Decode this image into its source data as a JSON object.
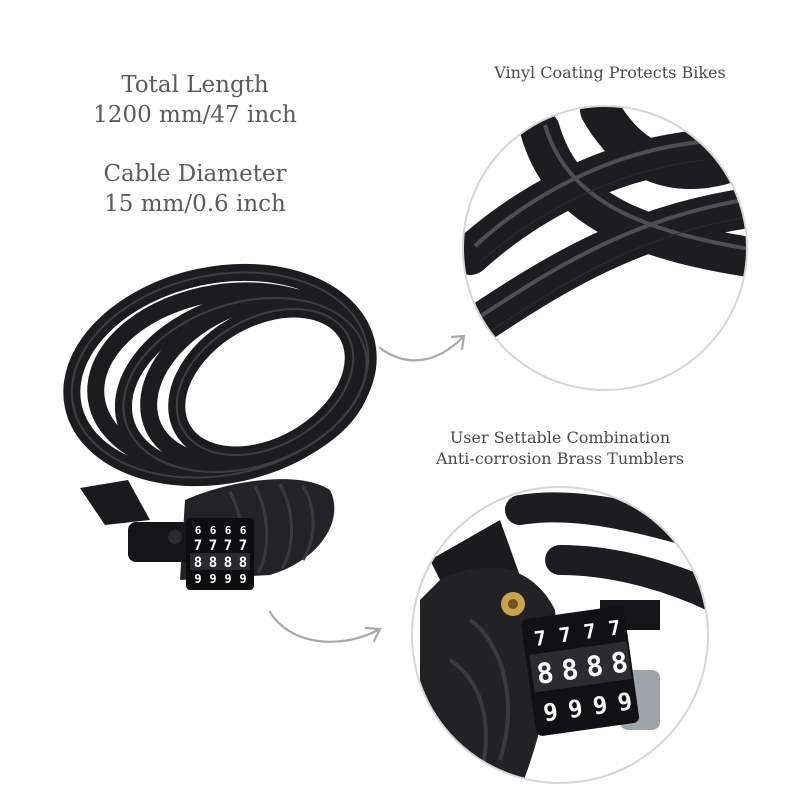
{
  "specs": {
    "length_label": "Total Length",
    "length_value": "1200 mm/47 inch",
    "diameter_label": "Cable Diameter",
    "diameter_value": "15 mm/0.6 inch"
  },
  "callouts": {
    "top": "Vinyl Coating Protects Bikes",
    "bottom_line1": "User Settable Combination",
    "bottom_line2": "Anti-corrosion Brass Tumblers"
  },
  "dials": {
    "row1": [
      "6",
      "6",
      "6",
      "6"
    ],
    "row2": [
      "7",
      "7",
      "7",
      "7"
    ],
    "row3": [
      "8",
      "8",
      "8",
      "8"
    ],
    "row4": [
      "9",
      "9",
      "9",
      "9"
    ]
  },
  "colors": {
    "cable": "#1c1c1e",
    "circle_border": "#d6d6d6",
    "arrow": "#a9a9a9",
    "text": "#5b5b5b"
  }
}
